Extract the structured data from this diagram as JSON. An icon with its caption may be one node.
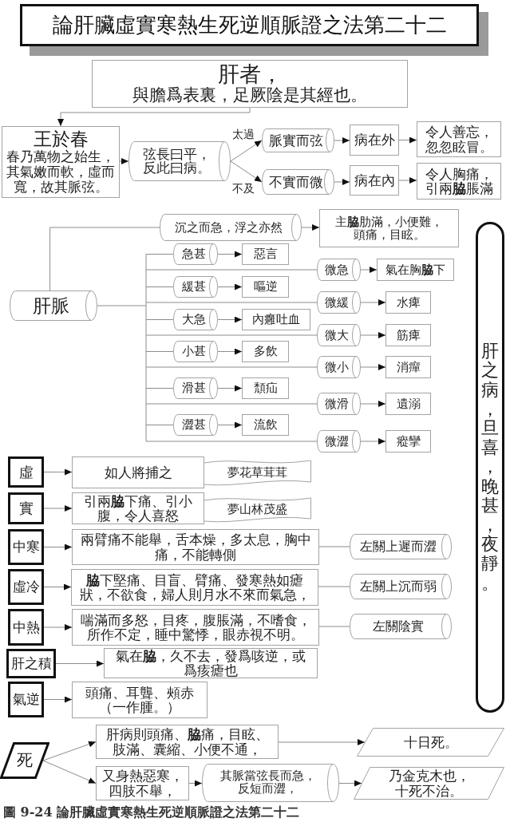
{
  "diagram": {
    "title": "論肝臟虛實寒熱生死逆順脈證之法第二十二",
    "caption": "圖 9-24 論肝臟虛實寒熱生死逆順脈證之法第二十二",
    "nodes": [
      {
        "text": [
          "肝者，",
          "與膽爲表裏，足厥陰是其經也。"
        ]
      },
      {
        "text": [
          "王於春",
          "春乃萬物之始生，其氣嫩而軟，虛而寬，故其脈弦。"
        ]
      },
      {
        "text": [
          "弦長曰平，反此曰病。"
        ]
      },
      {
        "text": [
          "脈實而弦"
        ]
      },
      {
        "text": [
          "病在外"
        ]
      },
      {
        "text": [
          "令人善忘，忽忽眩冒。"
        ]
      },
      {
        "text": [
          "不實而微"
        ]
      },
      {
        "text": [
          "病在內"
        ]
      },
      {
        "text": [
          "令人胸痛，引兩**脇**脹滿"
        ]
      },
      {
        "text": [
          "肝脈"
        ]
      },
      {
        "text": [
          "沉之而急，浮之亦然"
        ]
      },
      {
        "text": [
          "主**脇**肋滿，小便難，頭痛，目眩。"
        ]
      },
      {
        "text": [
          "急甚"
        ]
      },
      {
        "text": [
          "惡言"
        ]
      },
      {
        "text": [
          "微急"
        ]
      },
      {
        "text": [
          "氣在胸**脇**下"
        ]
      },
      {
        "text": [
          "緩甚"
        ]
      },
      {
        "text": [
          "嘔逆"
        ]
      },
      {
        "text": [
          "微緩"
        ]
      },
      {
        "text": [
          "水痺"
        ]
      },
      {
        "text": [
          "大急"
        ]
      },
      {
        "text": [
          "內癰吐血"
        ]
      },
      {
        "text": [
          "微大"
        ]
      },
      {
        "text": [
          "筋痺"
        ]
      },
      {
        "text": [
          "小甚"
        ]
      },
      {
        "text": [
          "多飲"
        ]
      },
      {
        "text": [
          "微小"
        ]
      },
      {
        "text": [
          "消癉"
        ]
      },
      {
        "text": [
          "滑甚"
        ]
      },
      {
        "text": [
          "頹疝"
        ]
      },
      {
        "text": [
          "微滑"
        ]
      },
      {
        "text": [
          "遺溺"
        ]
      },
      {
        "text": [
          "澀甚"
        ]
      },
      {
        "text": [
          "流飲"
        ]
      },
      {
        "text": [
          "微澀"
        ]
      },
      {
        "text": [
          "瘲攣"
        ]
      },
      {
        "text": [
          "肝之病，旦喜，晚甚，夜靜。"
        ]
      },
      {
        "text": [
          "虛"
        ]
      },
      {
        "text": [
          "如人將捕之"
        ]
      },
      {
        "text": [
          "夢花草茸茸"
        ]
      },
      {
        "text": [
          "實"
        ]
      },
      {
        "text": [
          "引兩**脇**下痛、引小腹，令人喜怒"
        ]
      },
      {
        "text": [
          "夢山林茂盛"
        ]
      },
      {
        "text": [
          "中寒"
        ]
      },
      {
        "text": [
          "兩臂痛不能舉，舌本燥，多太息，胸中痛，不能轉側"
        ]
      },
      {
        "text": [
          "左關上遲而澀"
        ]
      },
      {
        "text": [
          "虛冷"
        ]
      },
      {
        "text": [
          "**脇**下堅痛、目盲、臂痛、發寒熱如瘧狀，不欲食，婦人則月水不來而氣急，"
        ]
      },
      {
        "text": [
          "左關上沉而弱"
        ]
      },
      {
        "text": [
          "中熱"
        ]
      },
      {
        "text": [
          "喘滿而多怒，目疼，腹脹滿，不嗜食，所作不定，睡中驚悸，眼赤視不明。"
        ]
      },
      {
        "text": [
          "左關陰實"
        ]
      },
      {
        "text": [
          "肝之積"
        ]
      },
      {
        "text": [
          "氣在**脇**，久不去，發爲咳逆，或爲痎瘧也"
        ]
      },
      {
        "text": [
          "氣逆"
        ]
      },
      {
        "text": [
          "頭痛、耳聾、頰赤（一作腫。）"
        ]
      },
      {
        "text": [
          "死"
        ]
      },
      {
        "text": [
          "肝病則頭痛、**脇**痛，目眩、肢滿、囊縮、小便不通，"
        ]
      },
      {
        "text": [
          "十日死。"
        ]
      },
      {
        "text": [
          "又身熱惡寒，四肢不舉，"
        ]
      },
      {
        "text": [
          "其脈當弦長而急，反短而澀，"
        ]
      },
      {
        "text": [
          "乃金克木也，十死不治。"
        ]
      }
    ],
    "edges": [
      {
        "from": 0,
        "to": 1,
        "arrow": "to"
      },
      {
        "from": 1,
        "to": 2,
        "arrow": "to"
      },
      {
        "from": 2,
        "to": 3,
        "arrow": "to",
        "label": "太過"
      },
      {
        "from": 2,
        "to": 6,
        "arrow": "to",
        "label": "不及"
      },
      {
        "from": 3,
        "to": 4,
        "arrow": "to"
      },
      {
        "from": 4,
        "to": 5,
        "arrow": "to"
      },
      {
        "from": 6,
        "to": 7,
        "arrow": "to"
      },
      {
        "from": 7,
        "to": 8,
        "arrow": "to"
      },
      {
        "from": 9,
        "to": 10,
        "arrow": "none"
      },
      {
        "from": 10,
        "to": 11,
        "arrow": "to"
      },
      {
        "from": 9,
        "to": 12,
        "arrow": "none"
      },
      {
        "from": 12,
        "to": 13,
        "arrow": "to"
      },
      {
        "from": 9,
        "to": 14,
        "arrow": "none"
      },
      {
        "from": 14,
        "to": 15,
        "arrow": "to"
      },
      {
        "from": 9,
        "to": 16,
        "arrow": "none"
      },
      {
        "from": 16,
        "to": 17,
        "arrow": "to"
      },
      {
        "from": 9,
        "to": 18,
        "arrow": "none"
      },
      {
        "from": 18,
        "to": 19,
        "arrow": "to"
      },
      {
        "from": 9,
        "to": 20,
        "arrow": "none"
      },
      {
        "from": 20,
        "to": 21,
        "arrow": "to"
      },
      {
        "from": 9,
        "to": 22,
        "arrow": "none"
      },
      {
        "from": 22,
        "to": 23,
        "arrow": "to"
      },
      {
        "from": 9,
        "to": 24,
        "arrow": "none"
      },
      {
        "from": 24,
        "to": 25,
        "arrow": "to"
      },
      {
        "from": 9,
        "to": 26,
        "arrow": "none"
      },
      {
        "from": 26,
        "to": 27,
        "arrow": "to"
      },
      {
        "from": 9,
        "to": 28,
        "arrow": "none"
      },
      {
        "from": 28,
        "to": 29,
        "arrow": "to"
      },
      {
        "from": 9,
        "to": 30,
        "arrow": "none"
      },
      {
        "from": 30,
        "to": 31,
        "arrow": "to"
      },
      {
        "from": 9,
        "to": 32,
        "arrow": "none"
      },
      {
        "from": 32,
        "to": 33,
        "arrow": "to"
      },
      {
        "from": 9,
        "to": 34,
        "arrow": "none"
      },
      {
        "from": 34,
        "to": 35,
        "arrow": "to"
      },
      {
        "from": 37,
        "to": 38,
        "arrow": "to"
      },
      {
        "from": 40,
        "to": 41,
        "arrow": "to"
      },
      {
        "from": 43,
        "to": 44,
        "arrow": "to"
      },
      {
        "from": 44,
        "to": 45,
        "arrow": "none"
      },
      {
        "from": 46,
        "to": 47,
        "arrow": "to"
      },
      {
        "from": 47,
        "to": 48,
        "arrow": "none"
      },
      {
        "from": 49,
        "to": 50,
        "arrow": "to"
      },
      {
        "from": 50,
        "to": 51,
        "arrow": "none"
      },
      {
        "from": 52,
        "to": 53,
        "arrow": "to"
      },
      {
        "from": 54,
        "to": 55,
        "arrow": "to"
      },
      {
        "from": 56,
        "to": 57,
        "arrow": "to"
      },
      {
        "from": 56,
        "to": 59,
        "arrow": "to"
      },
      {
        "from": 57,
        "to": 58,
        "arrow": "to"
      },
      {
        "from": 59,
        "to": 60,
        "arrow": "to"
      },
      {
        "from": 60,
        "to": 61,
        "arrow": "to"
      }
    ]
  }
}
